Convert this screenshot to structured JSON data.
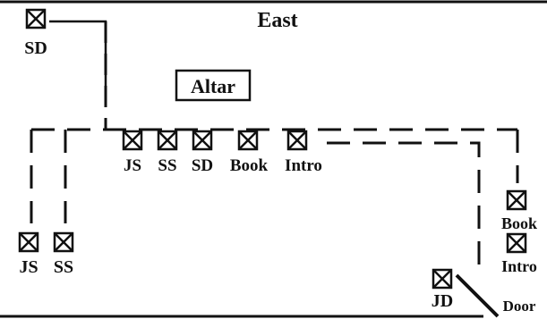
{
  "compass": "East",
  "altar": "Altar",
  "door": "Door",
  "stations": {
    "sd_top": "SD",
    "js_row": "JS",
    "ss_row": "SS",
    "sd_row": "SD",
    "book_row": "Book",
    "intro_row": "Intro",
    "js_left": "JS",
    "ss_left": "SS",
    "book_right": "Book",
    "intro_right": "Intro",
    "jd": "JD"
  },
  "colors": {
    "ink": "#111111",
    "background": "#ffffff"
  },
  "icon": "crossed-box-icon"
}
